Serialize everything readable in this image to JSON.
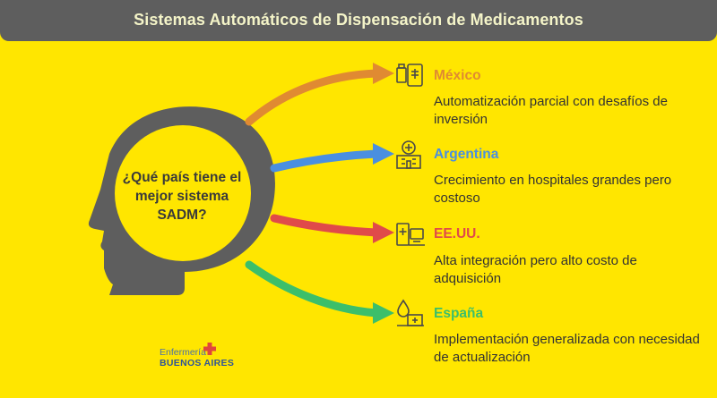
{
  "title": "Sistemas Automáticos de Dispensación de Medicamentos",
  "question": "¿Qué país tiene el mejor sistema SADM?",
  "colors": {
    "background": "#FFE600",
    "title_bar": "#5E5E5E",
    "head": "#5E5E5E",
    "mexico": "#E08A32",
    "argentina": "#4A8FE0",
    "eeuu": "#E04A4A",
    "espana": "#3CBF6A"
  },
  "items": [
    {
      "country": "México",
      "description": "Automatización parcial con desafíos de inversión",
      "icon": "pharmacy-phone-icon",
      "color": "#E08A32"
    },
    {
      "country": "Argentina",
      "description": "Crecimiento en hospitales grandes pero costoso",
      "icon": "hospital-building-icon",
      "color": "#4A8FE0"
    },
    {
      "country": "EE.UU.",
      "description": "Alta integración pero alto costo de adquisición",
      "icon": "medical-computer-icon",
      "color": "#E04A4A"
    },
    {
      "country": "España",
      "description": "Implementación generalizada con necesidad de actualización",
      "icon": "medical-pharmacy-icon",
      "color": "#3CBF6A"
    }
  ],
  "logo": {
    "line1": "Enfermería",
    "line2": "BUENOS AIRES"
  }
}
